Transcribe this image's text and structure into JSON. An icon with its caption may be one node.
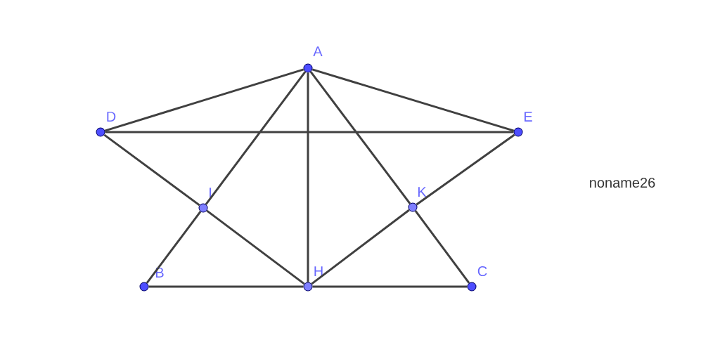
{
  "diagram": {
    "nodes": [
      {
        "text": [],
        "shape": "circle",
        "beside": [
          "A"
        ]
      },
      {
        "text": [],
        "shape": "circle",
        "beside": [
          "D"
        ]
      },
      {
        "text": [],
        "shape": "circle",
        "beside": [
          "E"
        ]
      },
      {
        "text": [],
        "shape": "circle",
        "beside": [
          "I"
        ]
      },
      {
        "text": [],
        "shape": "circle",
        "beside": [
          "K"
        ]
      },
      {
        "text": [],
        "shape": "circle",
        "beside": [
          "B"
        ]
      },
      {
        "text": [],
        "shape": "circle",
        "beside": [
          "H"
        ]
      },
      {
        "text": [],
        "shape": "circle",
        "beside": [
          "C"
        ]
      }
    ],
    "edges": [
      {
        "from": 0,
        "to": 1,
        "arrow": "none"
      },
      {
        "from": 0,
        "to": 2,
        "arrow": "none"
      },
      {
        "from": 1,
        "to": 2,
        "arrow": "none"
      },
      {
        "from": 0,
        "to": 6,
        "arrow": "none"
      },
      {
        "from": 0,
        "to": 3,
        "arrow": "none"
      },
      {
        "from": 3,
        "to": 5,
        "arrow": "none"
      },
      {
        "from": 0,
        "to": 4,
        "arrow": "none"
      },
      {
        "from": 4,
        "to": 7,
        "arrow": "none"
      },
      {
        "from": 1,
        "to": 3,
        "arrow": "none"
      },
      {
        "from": 3,
        "to": 6,
        "arrow": "none"
      },
      {
        "from": 2,
        "to": 4,
        "arrow": "none"
      },
      {
        "from": 4,
        "to": 6,
        "arrow": "none"
      },
      {
        "from": 5,
        "to": 6,
        "arrow": "none"
      },
      {
        "from": 6,
        "to": 7,
        "arrow": "none"
      }
    ],
    "labels": [
      "noname26"
    ]
  }
}
